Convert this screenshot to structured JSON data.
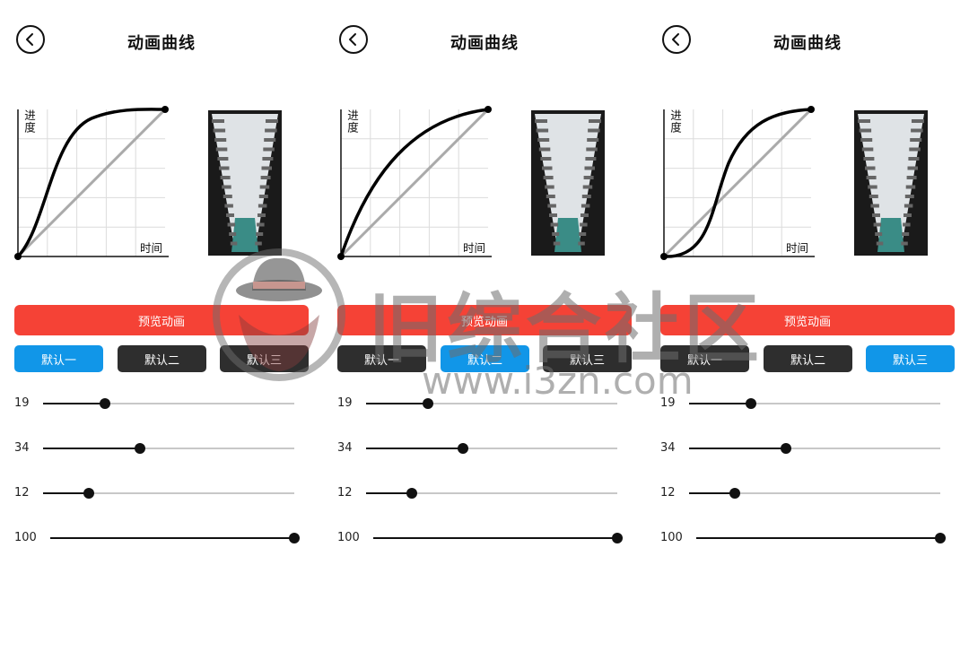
{
  "screens": [
    {
      "title": "动画曲线",
      "axis_y": "进度",
      "axis_x": "时间",
      "preview_label": "预览动画",
      "presets": [
        "默认一",
        "默认二",
        "默认三"
      ],
      "active_preset": 0,
      "curve": "easeOutSmooth",
      "sliders": [
        {
          "value": "19",
          "level": 19
        },
        {
          "value": "34",
          "level": 34
        },
        {
          "value": "12",
          "level": 12
        },
        {
          "value": "100",
          "level": 100
        }
      ]
    },
    {
      "title": "动画曲线",
      "axis_y": "进度",
      "axis_x": "时间",
      "preview_label": "预览动画",
      "presets": [
        "默认一",
        "默认二",
        "默认三"
      ],
      "active_preset": 1,
      "curve": "easeOut",
      "sliders": [
        {
          "value": "19",
          "level": 19
        },
        {
          "value": "34",
          "level": 34
        },
        {
          "value": "12",
          "level": 12
        },
        {
          "value": "100",
          "level": 100
        }
      ]
    },
    {
      "title": "动画曲线",
      "axis_y": "进度",
      "axis_x": "时间",
      "preview_label": "预览动画",
      "presets": [
        "默认一",
        "默认二",
        "默认三"
      ],
      "active_preset": 2,
      "curve": "easeInOut",
      "sliders": [
        {
          "value": "19",
          "level": 19
        },
        {
          "value": "34",
          "level": 34
        },
        {
          "value": "12",
          "level": 12
        },
        {
          "value": "100",
          "level": 100
        }
      ]
    }
  ],
  "watermark": {
    "text": "旧综合社区",
    "url": "www.i3zn.com"
  },
  "colors": {
    "accent_red": "#f54236",
    "active_blue": "#1196e8",
    "inactive_dark": "#2e2e2e"
  }
}
